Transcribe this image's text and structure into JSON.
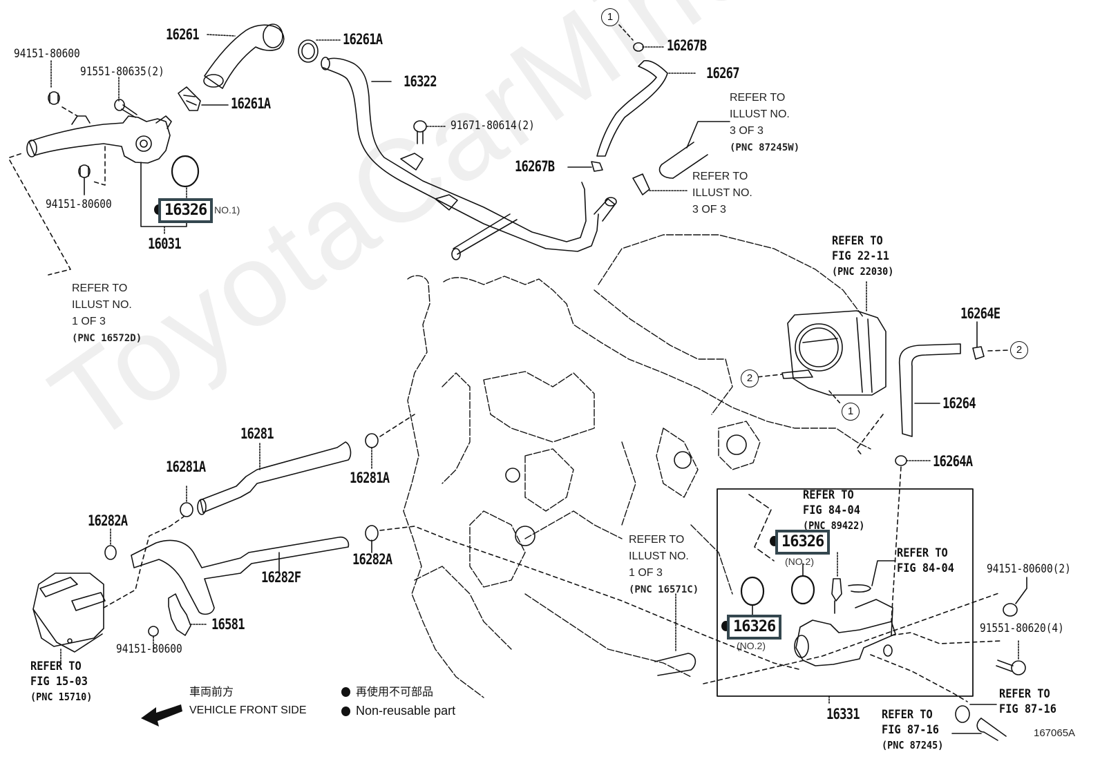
{
  "diagram": {
    "figure_id": "167065A",
    "watermark": "ToyotaCarMine.ru",
    "highlight_color": "#34474f",
    "legend": {
      "direction_jp": "車両前方",
      "direction_en": "VEHICLE FRONT SIDE",
      "nonreusable_jp": "再使用不可部品",
      "nonreusable_en": "Non-reusable part"
    },
    "parts": {
      "p16261": "16261",
      "p16261A_top": "16261A",
      "p16261A_clip": "16261A",
      "p94151_top": "94151-80600",
      "p91551_80635": "91551-80635(2)",
      "p94151_mid": "94151-80600",
      "p16326_no1": "16326",
      "p16326_no1_note": "NO.1)",
      "p16031": "16031",
      "p16322": "16322",
      "p91671": "91671-80614(2)",
      "p16267B_top": "16267B",
      "p16267": "16267",
      "p16267B_mid": "16267B",
      "p16264E": "16264E",
      "p16264": "16264",
      "p16264A": "16264A",
      "p16281": "16281",
      "p16281A_left": "16281A",
      "p16281A_right": "16281A",
      "p16282A_left": "16282A",
      "p16282A_right": "16282A",
      "p16282F": "16282F",
      "p16581": "16581",
      "p94151_bottom": "94151-80600",
      "p16326_no2_a": "16326",
      "p16326_no2_a_note": "(NO.2)",
      "p16326_no2_b": "16326",
      "p16326_no2_b_note": "(NO.2)",
      "p16331": "16331",
      "p94151_right": "94151-80600(2)",
      "p91551_80620": "91551-80620(4)"
    },
    "references": {
      "illust3_a": {
        "l1": "REFER TO",
        "l2": "ILLUST NO.",
        "l3": "3 OF 3",
        "pnc": "(PNC 87245W)"
      },
      "illust3_b": {
        "l1": "REFER TO",
        "l2": "ILLUST NO.",
        "l3": "3 OF 3"
      },
      "illust1_a": {
        "l1": "REFER TO",
        "l2": "ILLUST NO.",
        "l3": "1 OF 3",
        "pnc": "(PNC 16572D)"
      },
      "illust1_b": {
        "l1": "REFER TO",
        "l2": "ILLUST NO.",
        "l3": "1 OF 3",
        "pnc": "(PNC 16571C)"
      },
      "fig2211": {
        "l1": "REFER TO",
        "l2": "FIG 22-11",
        "pnc": "(PNC 22030)"
      },
      "fig8404_a": {
        "l1": "REFER TO",
        "l2": "FIG 84-04",
        "pnc": "(PNC 89422)"
      },
      "fig8404_b": {
        "l1": "REFER TO",
        "l2": "FIG 84-04"
      },
      "fig1503": {
        "l1": "REFER TO",
        "l2": "FIG 15-03",
        "pnc": "(PNC 15710)"
      },
      "fig8716_a": {
        "l1": "REFER TO",
        "l2": "FIG 87-16"
      },
      "fig8716_b": {
        "l1": "REFER TO",
        "l2": "FIG 87-16",
        "pnc": "(PNC 87245)"
      }
    },
    "connectors": {
      "c1_top": "1",
      "c1_mid": "1",
      "c2_left": "2",
      "c2_right": "2"
    }
  }
}
